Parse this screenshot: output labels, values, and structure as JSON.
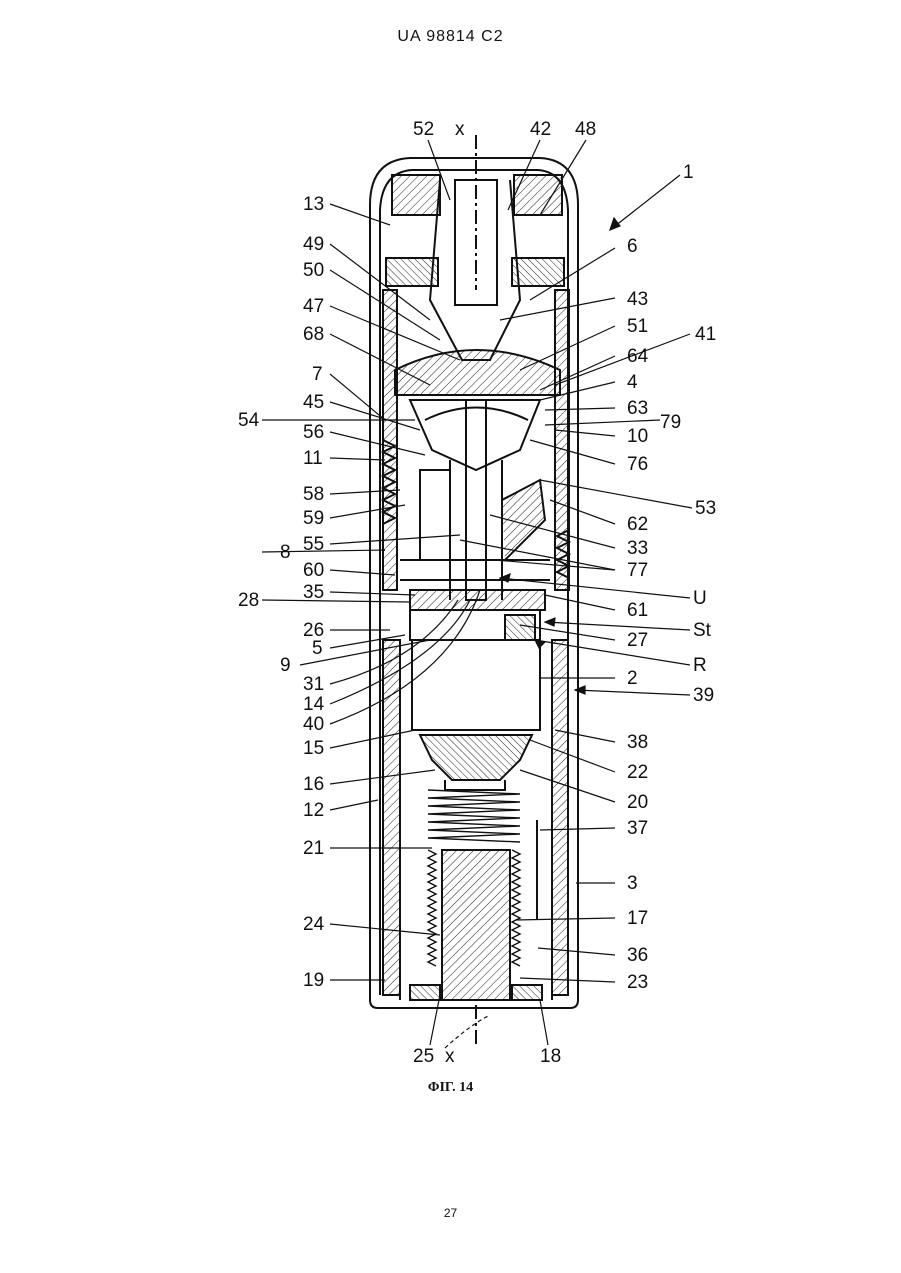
{
  "header": {
    "patent_id": "UA   98814   C2"
  },
  "figure": {
    "caption": "ΦΙΓ. 14",
    "labels": {
      "l52": "52",
      "lx_top": "x",
      "l42": "42",
      "l48": "48",
      "l1": "1",
      "l13": "13",
      "l6": "6",
      "l49": "49",
      "l50": "50",
      "l43": "43",
      "l47": "47",
      "l51": "51",
      "l68": "68",
      "l41": "41",
      "l64": "64",
      "l7": "7",
      "l4": "4",
      "l45": "45",
      "l63": "63",
      "l54": "54",
      "l79": "79",
      "l56": "56",
      "l10": "10",
      "l11": "11",
      "l76": "76",
      "l58": "58",
      "l53": "53",
      "l59": "59",
      "l62": "62",
      "l55": "55",
      "l33": "33",
      "l8": "8",
      "l77": "77",
      "l60": "60",
      "l35": "35",
      "lU": "U",
      "l28": "28",
      "l61": "61",
      "l26": "26",
      "lSt": "St",
      "l5": "5",
      "l27": "27",
      "l9": "9",
      "lR": "R",
      "l31": "31",
      "l2": "2",
      "l14": "14",
      "l39": "39",
      "l40": "40",
      "l38": "38",
      "l15": "15",
      "l22": "22",
      "l16": "16",
      "l20": "20",
      "l12": "12",
      "l37": "37",
      "l21": "21",
      "l3": "3",
      "l24": "24",
      "l17": "17",
      "l36": "36",
      "l19": "19",
      "l23": "23",
      "l25": "25",
      "lx_bot": "x",
      "l18": "18"
    }
  },
  "footer": {
    "page_number": "27"
  }
}
